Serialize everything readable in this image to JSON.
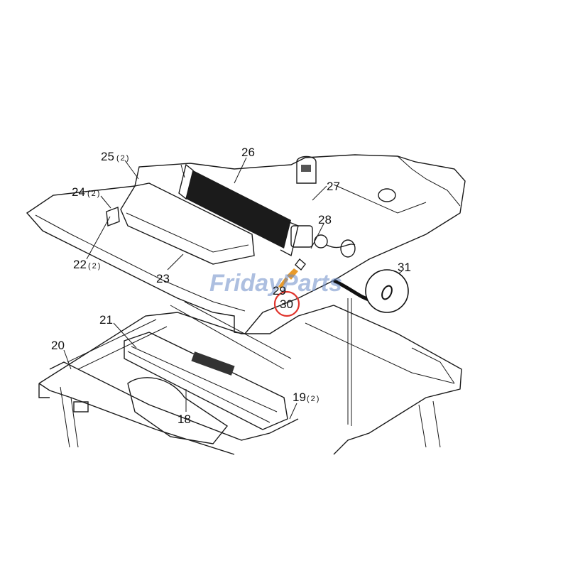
{
  "watermark": "FridayParts",
  "callouts": [
    {
      "id": "c18",
      "num": "18",
      "qty": ""
    },
    {
      "id": "c19",
      "num": "19",
      "qty": "(2)"
    },
    {
      "id": "c20",
      "num": "20",
      "qty": ""
    },
    {
      "id": "c21",
      "num": "21",
      "qty": ""
    },
    {
      "id": "c22",
      "num": "22",
      "qty": "(2)"
    },
    {
      "id": "c23",
      "num": "23",
      "qty": ""
    },
    {
      "id": "c24",
      "num": "24",
      "qty": "(2)"
    },
    {
      "id": "c25",
      "num": "25",
      "qty": "(2)"
    },
    {
      "id": "c26",
      "num": "26",
      "qty": ""
    },
    {
      "id": "c27",
      "num": "27",
      "qty": ""
    },
    {
      "id": "c28",
      "num": "28",
      "qty": ""
    },
    {
      "id": "c29",
      "num": "29",
      "qty": ""
    },
    {
      "id": "c30",
      "num": "30",
      "qty": ""
    },
    {
      "id": "c31",
      "num": "31",
      "qty": ""
    }
  ],
  "highlight": {
    "part": "30",
    "color": "#e0332b"
  },
  "accent_part_color": "#e89a2a",
  "hose_ring_label": "31"
}
